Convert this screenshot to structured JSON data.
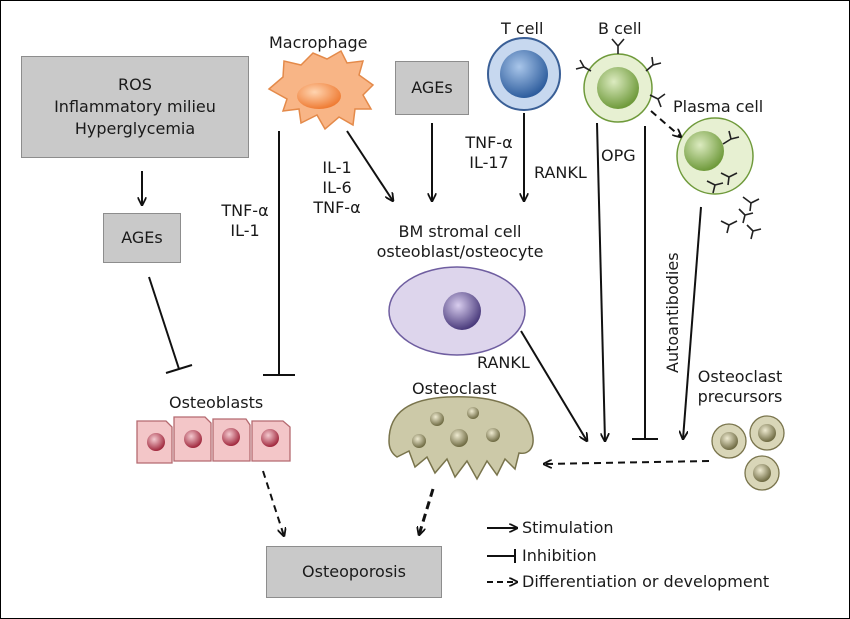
{
  "boxes": {
    "ros_lines": [
      "ROS",
      "Inflammatory milieu",
      "Hyperglycemia"
    ],
    "ages_left": "AGEs",
    "ages_top": "AGEs",
    "osteoporosis": "Osteoporosis"
  },
  "cells": {
    "macrophage": "Macrophage",
    "t_cell": "T cell",
    "b_cell": "B cell",
    "plasma_cell": "Plasma cell",
    "stromal_lines": [
      "BM stromal cell",
      "osteoblast/osteocyte"
    ],
    "osteoblasts": "Osteoblasts",
    "osteoclast": "Osteoclast",
    "precursor_lines": [
      "Osteoclast",
      "precursors"
    ]
  },
  "signals": {
    "macrophage_inhibit": [
      "TNF-α",
      "IL-1"
    ],
    "macrophage_stim": [
      "IL-1",
      "IL-6",
      "TNF-α"
    ],
    "tcell_left": [
      "TNF-α",
      "IL-17"
    ],
    "tcell_rankl": "RANKL",
    "opg": "OPG",
    "autoantibodies": "Autoantibodies",
    "stromal_rankl": "RANKL"
  },
  "legend": {
    "stimulation": "Stimulation",
    "inhibition": "Inhibition",
    "differentiation": "Differentiation or development"
  },
  "colors": {
    "box_fill": "#c9c9c9",
    "macrophage": "#f7a56b",
    "t_cell": "#4f7fc0",
    "b_cell_fill": "#e6f0cf",
    "stromal_fill": "#ddd5ec",
    "osteoblast_fill": "#f3c6c8",
    "osteoclast_fill": "#ccc9a8"
  }
}
